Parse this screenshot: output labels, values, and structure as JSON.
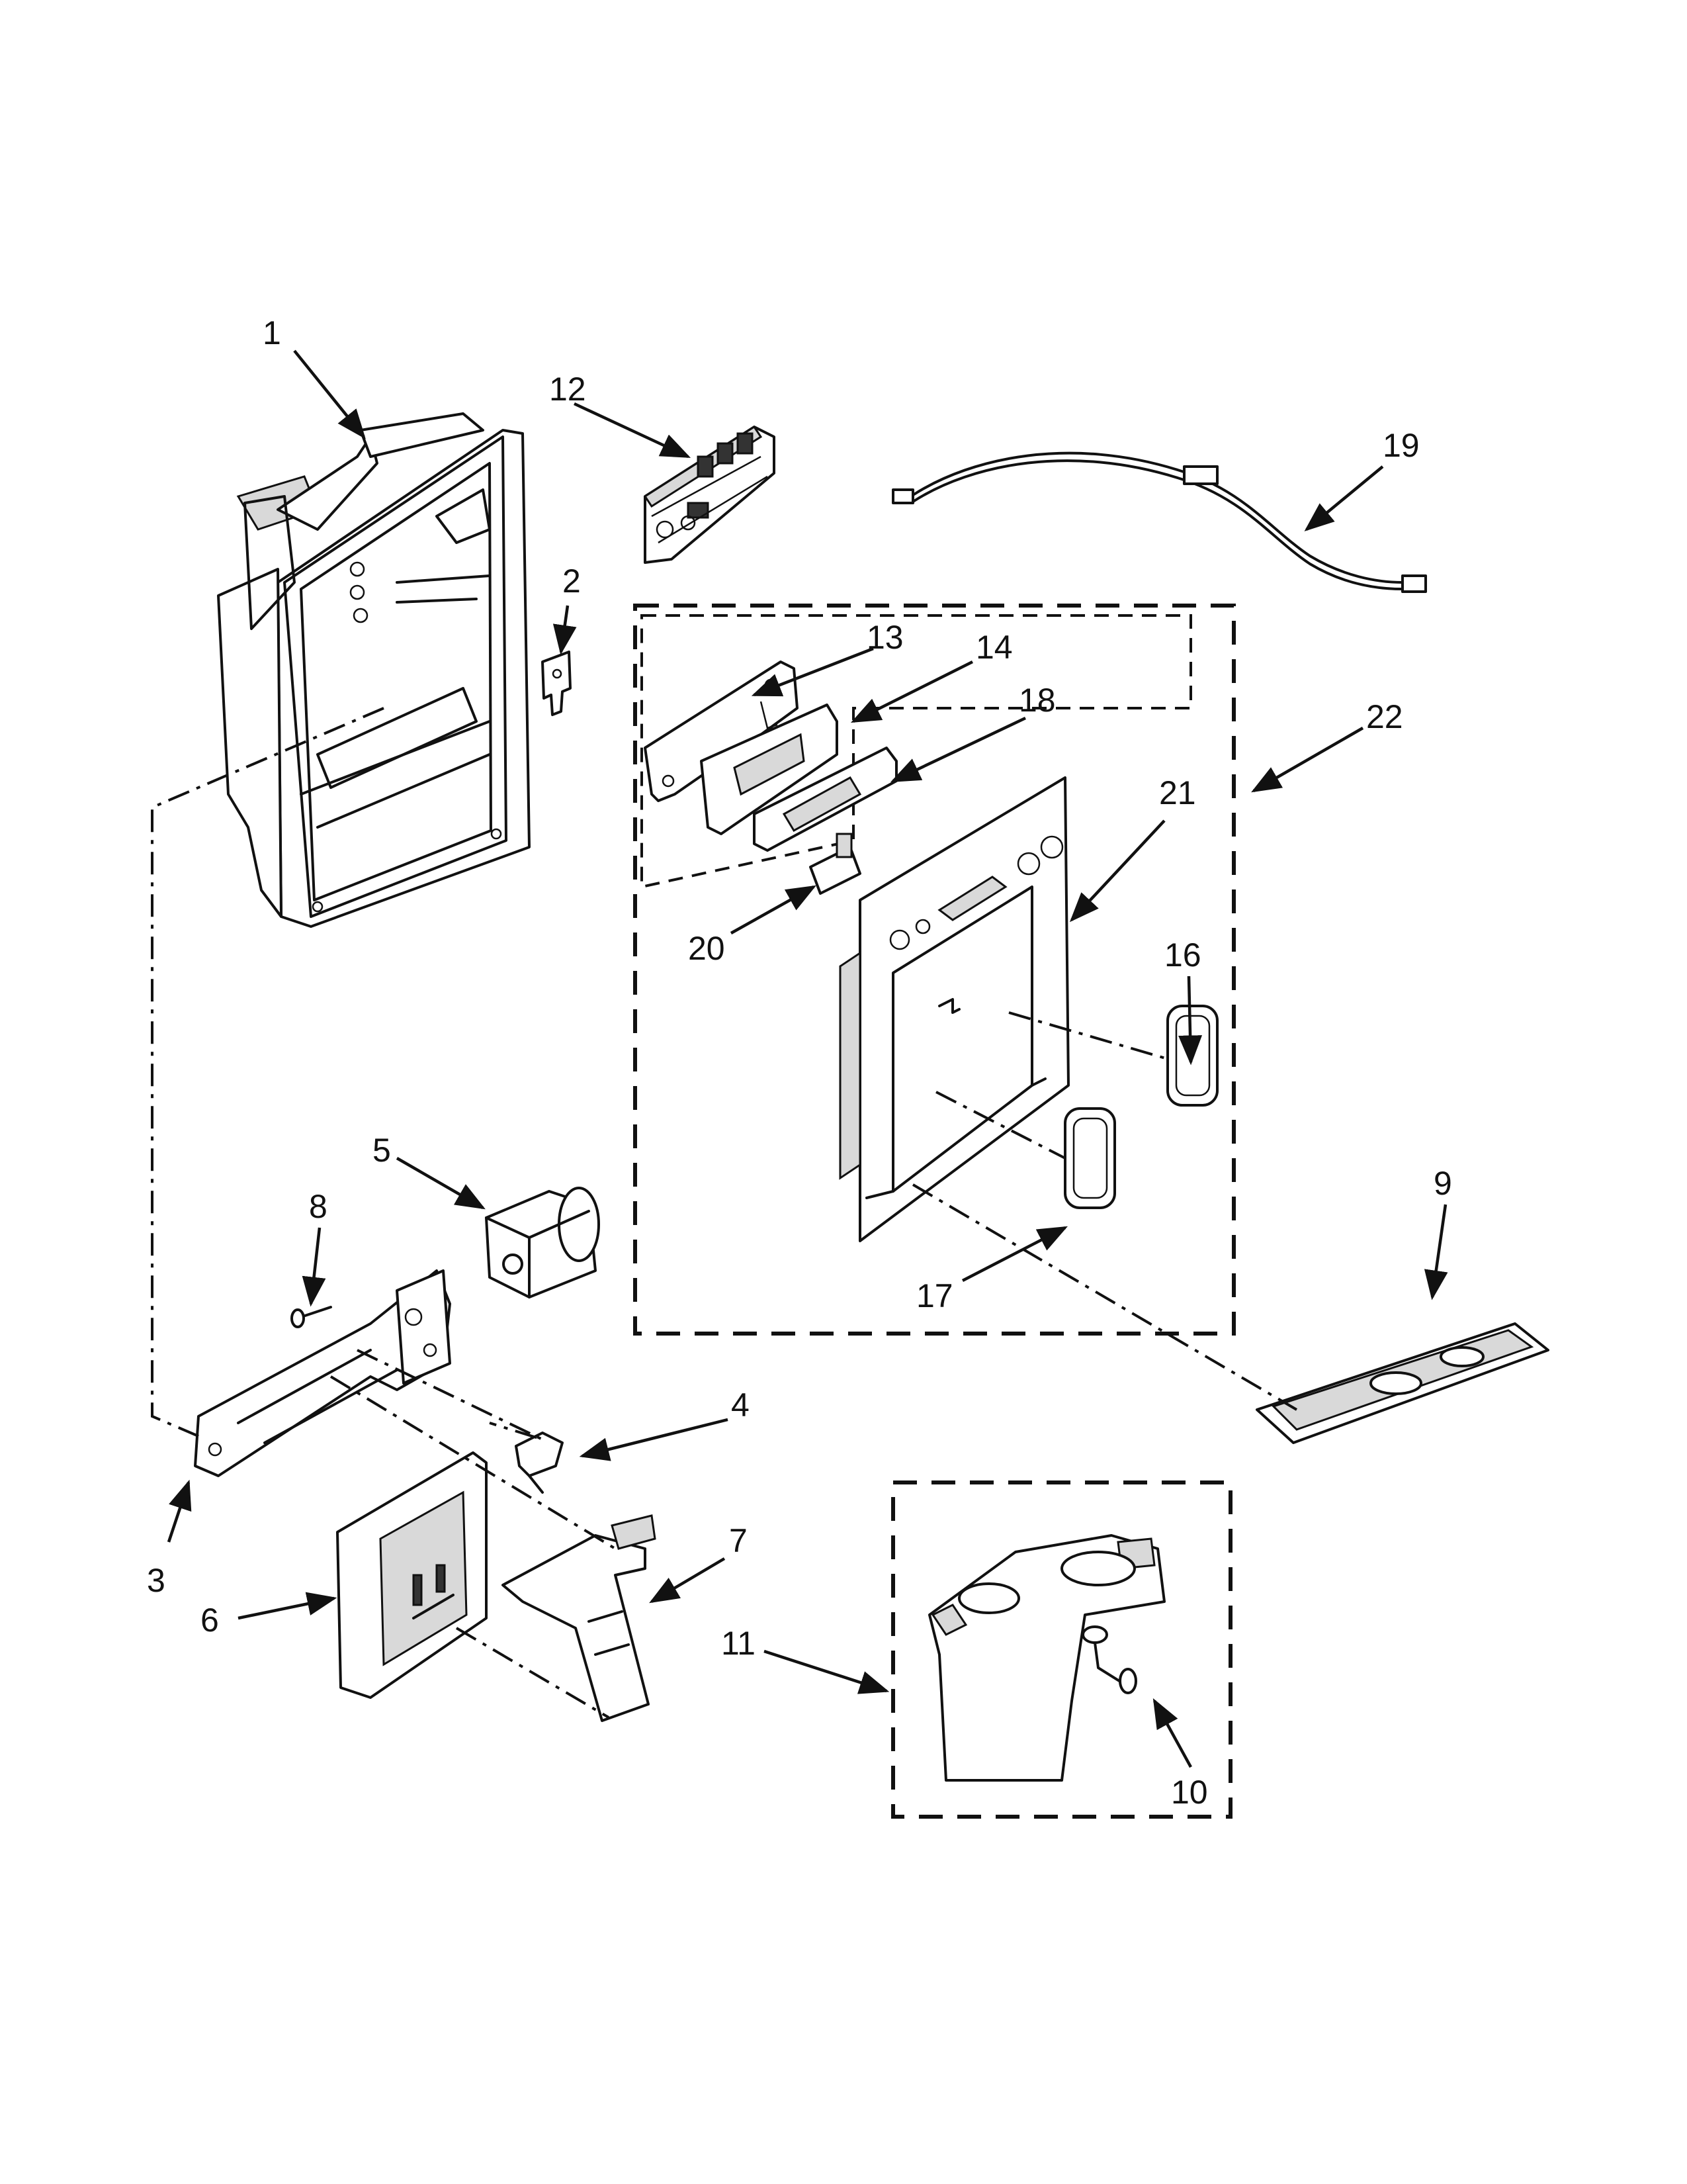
{
  "diagram": {
    "callouts": {
      "c1": "1",
      "c2": "2",
      "c3": "3",
      "c4": "4",
      "c5": "5",
      "c6": "6",
      "c7": "7",
      "c8": "8",
      "c9": "9",
      "c10": "10",
      "c11": "11",
      "c12": "12",
      "c13": "13",
      "c14": "14",
      "c16": "16",
      "c17": "17",
      "c18": "18",
      "c19": "19",
      "c20": "20",
      "c21": "21",
      "c22": "22"
    }
  }
}
